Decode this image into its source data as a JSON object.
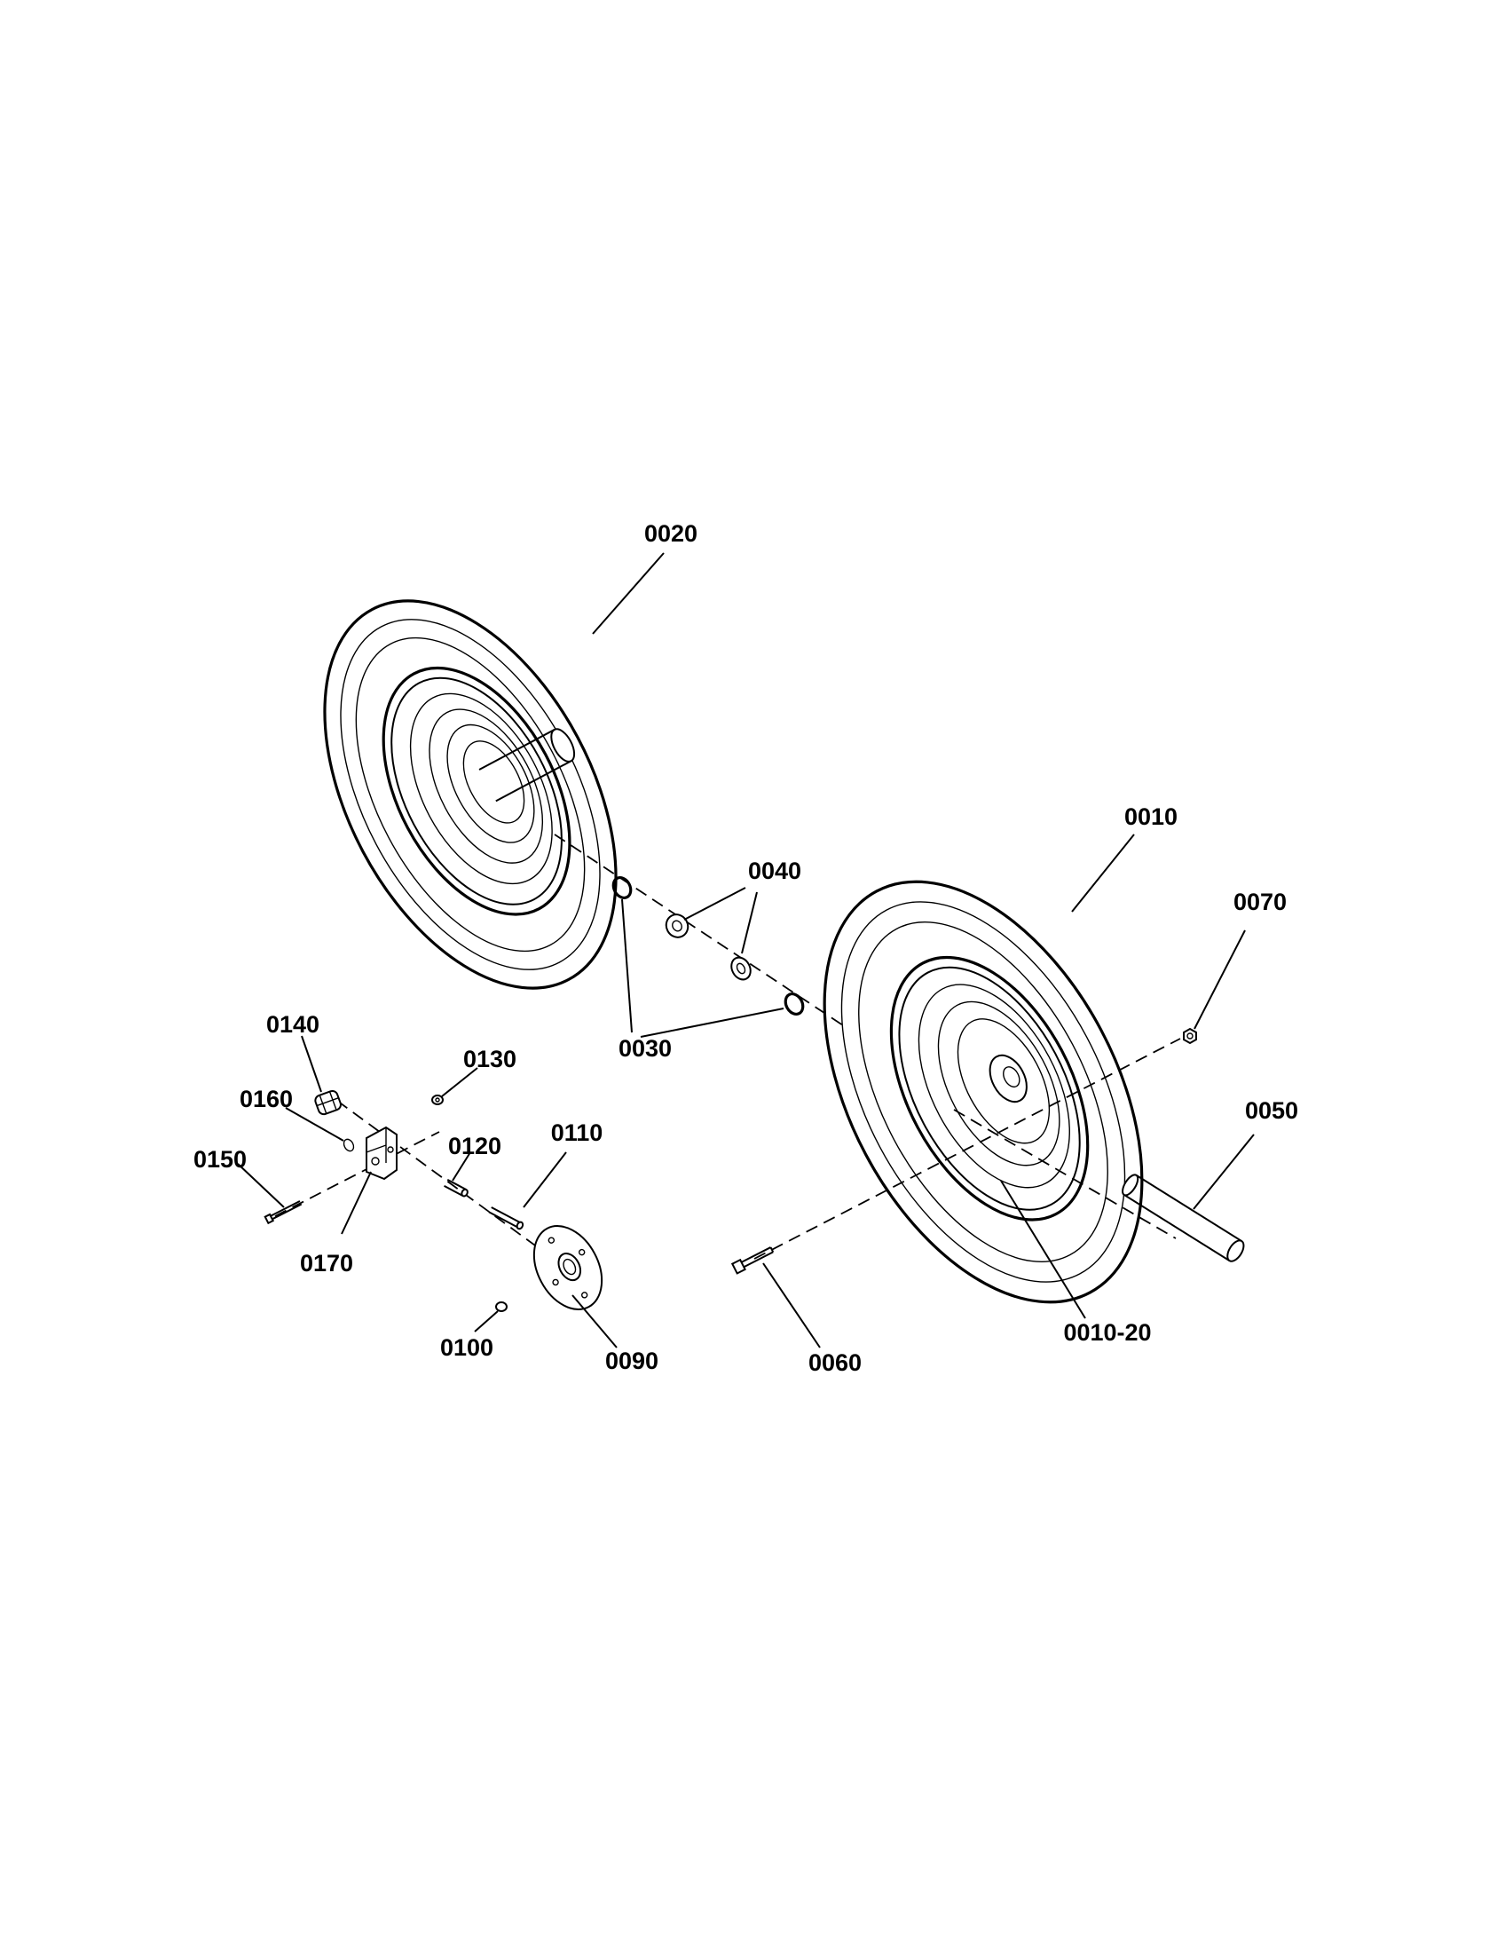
{
  "diagram": {
    "callouts": {
      "c0010": "0010",
      "c0010_20": "0010-20",
      "c0020": "0020",
      "c0030": "0030",
      "c0040": "0040",
      "c0050": "0050",
      "c0060": "0060",
      "c0070": "0070",
      "c0090": "0090",
      "c0100": "0100",
      "c0110": "0110",
      "c0120": "0120",
      "c0130": "0130",
      "c0140": "0140",
      "c0150": "0150",
      "c0160": "0160",
      "c0170": "0170"
    }
  }
}
